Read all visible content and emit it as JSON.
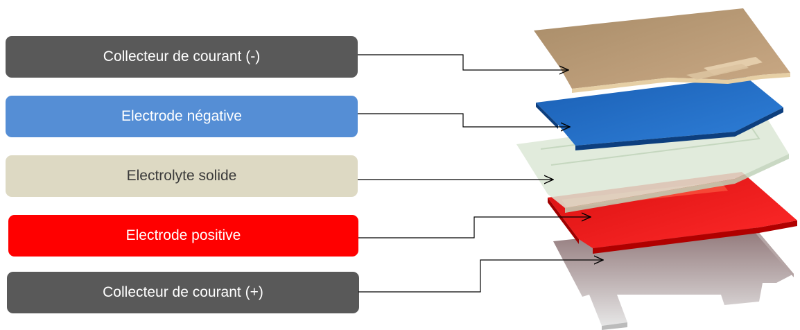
{
  "layers": [
    {
      "label": "Collecteur de courant (-)",
      "color": "#595959"
    },
    {
      "label": "Electrode négative",
      "color": "#558ed5"
    },
    {
      "label": "Electrolyte solide",
      "color": "#ddd9c3"
    },
    {
      "label": "Electrode positive",
      "color": "#ff0000"
    },
    {
      "label": "Collecteur de courant  (+)",
      "color": "#595959"
    }
  ]
}
